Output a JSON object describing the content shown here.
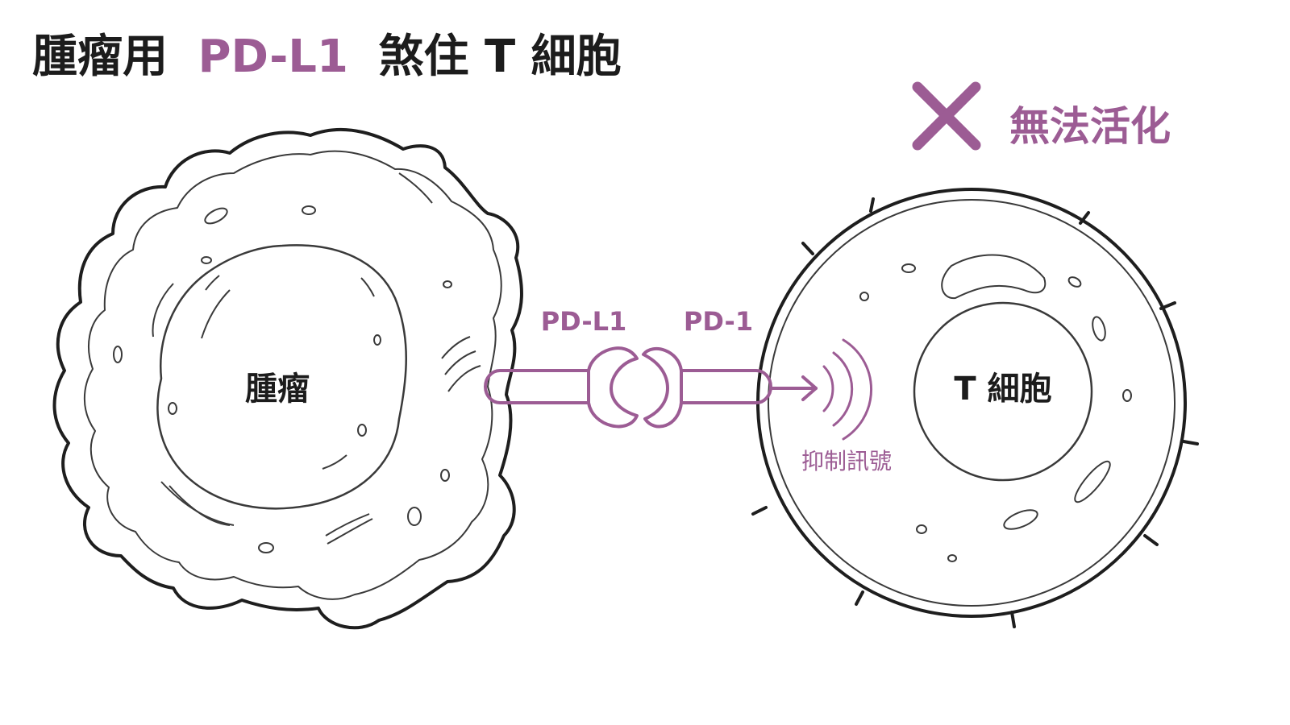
{
  "title": {
    "part1": "腫瘤用",
    "highlight": "PD-L1",
    "part2": "煞住 T 細胞"
  },
  "status": {
    "text": "無法活化"
  },
  "labels": {
    "tumor_cell": "腫瘤",
    "t_cell": "T 細胞",
    "pdl1": "PD-L1",
    "pd1": "PD-1",
    "signal": "抑制訊號"
  },
  "icons": {
    "status_mark": "x-mark-icon",
    "signal_waves": "signal-waves-icon",
    "signal_arrow": "arrow-right-icon"
  },
  "colors": {
    "accent": "#9c5c94",
    "ink": "#1c1c1c",
    "outline": "#2b2b2b"
  }
}
